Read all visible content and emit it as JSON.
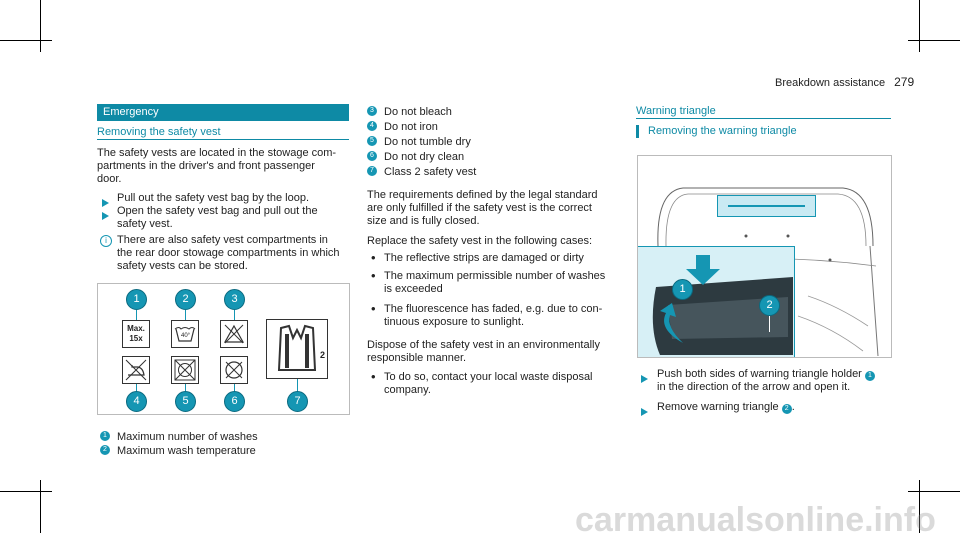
{
  "header": {
    "section": "Breakdown assistance",
    "page": "279"
  },
  "left": {
    "banner": "Emergency",
    "subheading": "Removing the safety vest",
    "intro": [
      "The safety vests are located in the stowage com-",
      "partments in the driver's and front passenger",
      "door."
    ],
    "steps": [
      [
        "Pull out the safety vest bag by the loop."
      ],
      [
        "Open the safety vest bag and pull out the",
        "safety vest."
      ]
    ],
    "note": [
      "There are also safety vest compartments in",
      "the rear door stowage compartments in which",
      "safety vests can be stored."
    ],
    "figure": {
      "callouts": [
        "1",
        "2",
        "3",
        "4",
        "5",
        "6",
        "7"
      ],
      "max_label_1": "Max.",
      "max_label_2": "15x",
      "wash_temp": "40°",
      "vest_count": "2"
    },
    "legend": [
      {
        "num": "1",
        "text": "Maximum number of washes"
      },
      {
        "num": "2",
        "text": "Maximum wash temperature"
      }
    ]
  },
  "middle": {
    "legend": [
      {
        "num": "3",
        "text": "Do not bleach"
      },
      {
        "num": "4",
        "text": "Do not iron"
      },
      {
        "num": "5",
        "text": "Do not tumble dry"
      },
      {
        "num": "6",
        "text": "Do not dry clean"
      },
      {
        "num": "7",
        "text": "Class 2 safety vest"
      }
    ],
    "para1": [
      "The requirements defined by the legal standard",
      "are only fulfilled if the safety vest is the correct",
      "size and is fully closed."
    ],
    "para2": "Replace the safety vest in the following cases:",
    "cases": [
      [
        "The reflective strips are damaged or dirty"
      ],
      [
        "The maximum permissible number of washes",
        "is exceeded"
      ],
      [
        "The fluorescence has faded, e.g. due to con-",
        "tinuous exposure to sunlight."
      ]
    ],
    "para3": [
      "Dispose of the safety vest in an environmentally",
      "responsible manner."
    ],
    "sub_bullet": [
      "To do so, contact your local waste disposal",
      "company."
    ]
  },
  "right": {
    "subheading": "Warning triangle",
    "section_title": "Removing the warning triangle",
    "figure_callouts": [
      "1",
      "2"
    ],
    "steps": [
      {
        "line1_pre": "Push both sides of warning triangle holder",
        "num": "1",
        "line2": "in the direction of the arrow and open it."
      },
      {
        "pre": "Remove warning triangle",
        "num": "2",
        "post": "."
      }
    ]
  },
  "watermark": "carmanualsonline.info",
  "colors": {
    "accent": "#0e8aa5",
    "callout": "#1596b3",
    "figure_bg": "#d7f0f6"
  }
}
